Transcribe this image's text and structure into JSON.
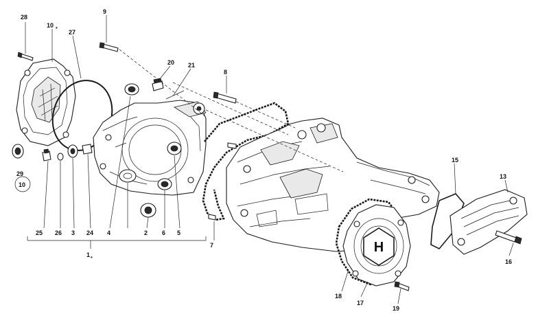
{
  "callouts": {
    "c1": "1",
    "c2": "2",
    "c3": "3",
    "c4": "4",
    "c5": "5",
    "c6": "6",
    "c7": "7",
    "c8": "8",
    "c9": "9",
    "c10": "10",
    "c10b": "10",
    "c13": "13",
    "c15": "15",
    "c16": "16",
    "c17": "17",
    "c18": "18",
    "c19": "19",
    "c20": "20",
    "c21": "21",
    "c24": "24",
    "c25": "25",
    "c26": "26",
    "c27": "27",
    "c28": "28",
    "c29": "29"
  },
  "markers": {
    "asterisk": "*"
  },
  "logo": {
    "letter": "H"
  }
}
